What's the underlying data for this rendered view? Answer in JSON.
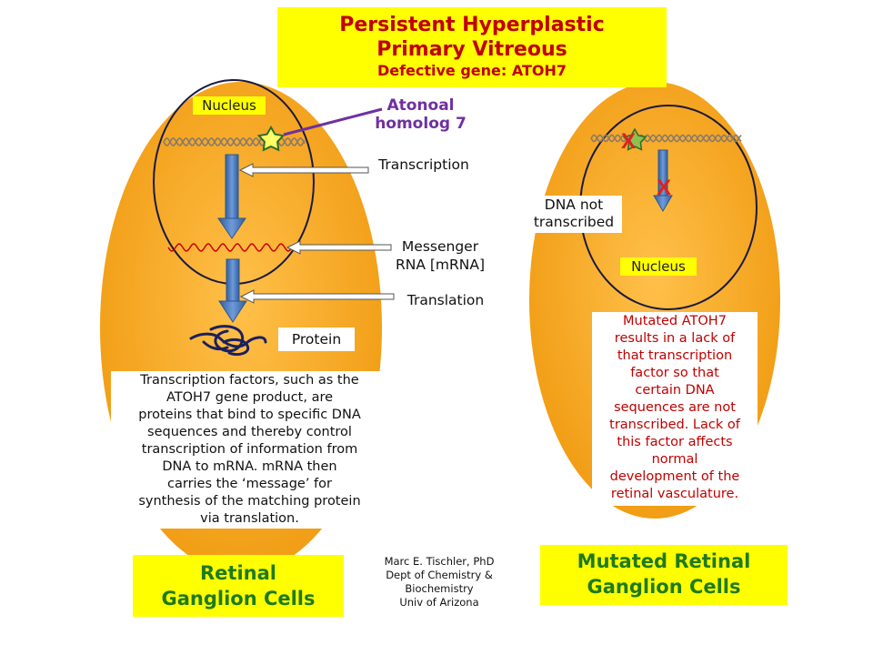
{
  "title": {
    "line1": "Persistent Hyperplastic",
    "line2": "Primary Vitreous",
    "line3": "Defective gene: ATOH7"
  },
  "left": {
    "nucleus_label": "Nucleus",
    "gene_label_line1": "Atonoal",
    "gene_label_line2": "homolog 7",
    "transcription_label": "Transcription",
    "mrna_label_line1": "Messenger",
    "mrna_label_line2": "RNA [mRNA]",
    "translation_label": "Translation",
    "protein_label": "Protein",
    "description_lines": [
      "Transcription factors, such as the",
      "ATOH7 gene product, are",
      "proteins that bind to specific DNA",
      "sequences and thereby control",
      "transcription of information from",
      "DNA to mRNA. mRNA then",
      "carries the ‘message’ for",
      "synthesis of the matching protein",
      "via translation."
    ],
    "cell_label_line1": "Retinal",
    "cell_label_line2": "Ganglion Cells"
  },
  "right": {
    "mark_1": "X",
    "mark_2": "X",
    "dna_label_line1": "DNA not",
    "dna_label_line2": "transcribed",
    "nucleus_label": "Nucleus",
    "description_lines": [
      "Mutated ATOH7",
      "results in a lack of",
      "that transcription",
      "factor so that",
      "certain DNA",
      "sequences are not",
      "transcribed. Lack of",
      "this factor affects",
      "normal",
      "development of the",
      "retinal vasculature."
    ],
    "cell_label_line1": "Mutated Retinal",
    "cell_label_line2": "Ganglion Cells"
  },
  "credit": {
    "line1": "Marc  E. Tischler, PhD",
    "line2": "Dept of Chemistry &",
    "line3": "Biochemistry",
    "line4": "Univ of Arizona"
  },
  "colors": {
    "cell_fill": "#f5a623",
    "label_yellow": "#ffff00",
    "title_red": "#c00000",
    "label_green": "#1e7a1e",
    "gene_purple": "#7030a0",
    "arrow_blue": "#3a6db5",
    "mrna_red": "#cc0000",
    "mark_red": "#e02020"
  }
}
